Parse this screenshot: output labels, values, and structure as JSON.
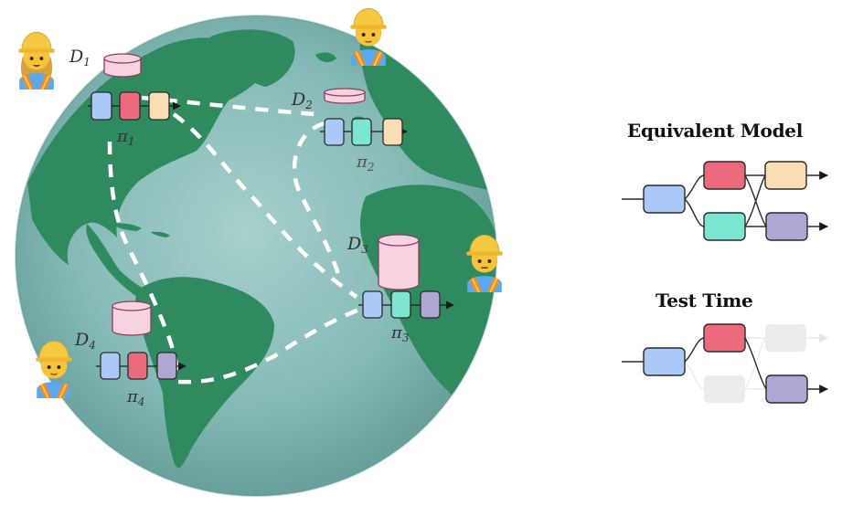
{
  "colors": {
    "ocean": "#7db4b1",
    "ocean_light": "#a3cfcb",
    "land": "#2f8a5f",
    "land_dark": "#276f4f",
    "dash": "#ffffff",
    "block_blue": "#aac8f8",
    "block_red": "#ec6a7c",
    "block_orange": "#f9deb3",
    "block_teal": "#7de6d0",
    "block_purple": "#b0a6d4",
    "block_ghost": "#ececec",
    "cylinder": "#f7d3e1",
    "cylinder_stroke": "#8a3d5f",
    "stroke": "#2a2a2a"
  },
  "globe": {
    "label": "Earth globe with federated clients",
    "clients": [
      {
        "id": "client-1",
        "data_label": "D",
        "data_sub": "1",
        "policy_label": "π",
        "policy_sub": "1",
        "blocks": [
          "blue",
          "red",
          "orange"
        ],
        "dataset_size": "small"
      },
      {
        "id": "client-2",
        "data_label": "D",
        "data_sub": "2",
        "policy_label": "π",
        "policy_sub": "2",
        "blocks": [
          "blue",
          "teal",
          "orange"
        ],
        "dataset_size": "tiny"
      },
      {
        "id": "client-3",
        "data_label": "D",
        "data_sub": "3",
        "policy_label": "π",
        "policy_sub": "3",
        "blocks": [
          "blue",
          "teal",
          "purple"
        ],
        "dataset_size": "large"
      },
      {
        "id": "client-4",
        "data_label": "D",
        "data_sub": "4",
        "policy_label": "π",
        "policy_sub": "4",
        "blocks": [
          "blue",
          "red",
          "purple"
        ],
        "dataset_size": "medium"
      }
    ],
    "workers": [
      "construction-worker-woman",
      "construction-worker-person",
      "construction-worker-man",
      "construction-worker-person"
    ]
  },
  "equivalent_model": {
    "title": "Equivalent Model",
    "layers": [
      [
        "blue"
      ],
      [
        "red",
        "teal"
      ],
      [
        "orange",
        "purple"
      ]
    ]
  },
  "test_time": {
    "title": "Test Time",
    "active_path": [
      "blue",
      "red",
      "purple"
    ],
    "inactive": [
      "teal",
      "orange"
    ]
  }
}
